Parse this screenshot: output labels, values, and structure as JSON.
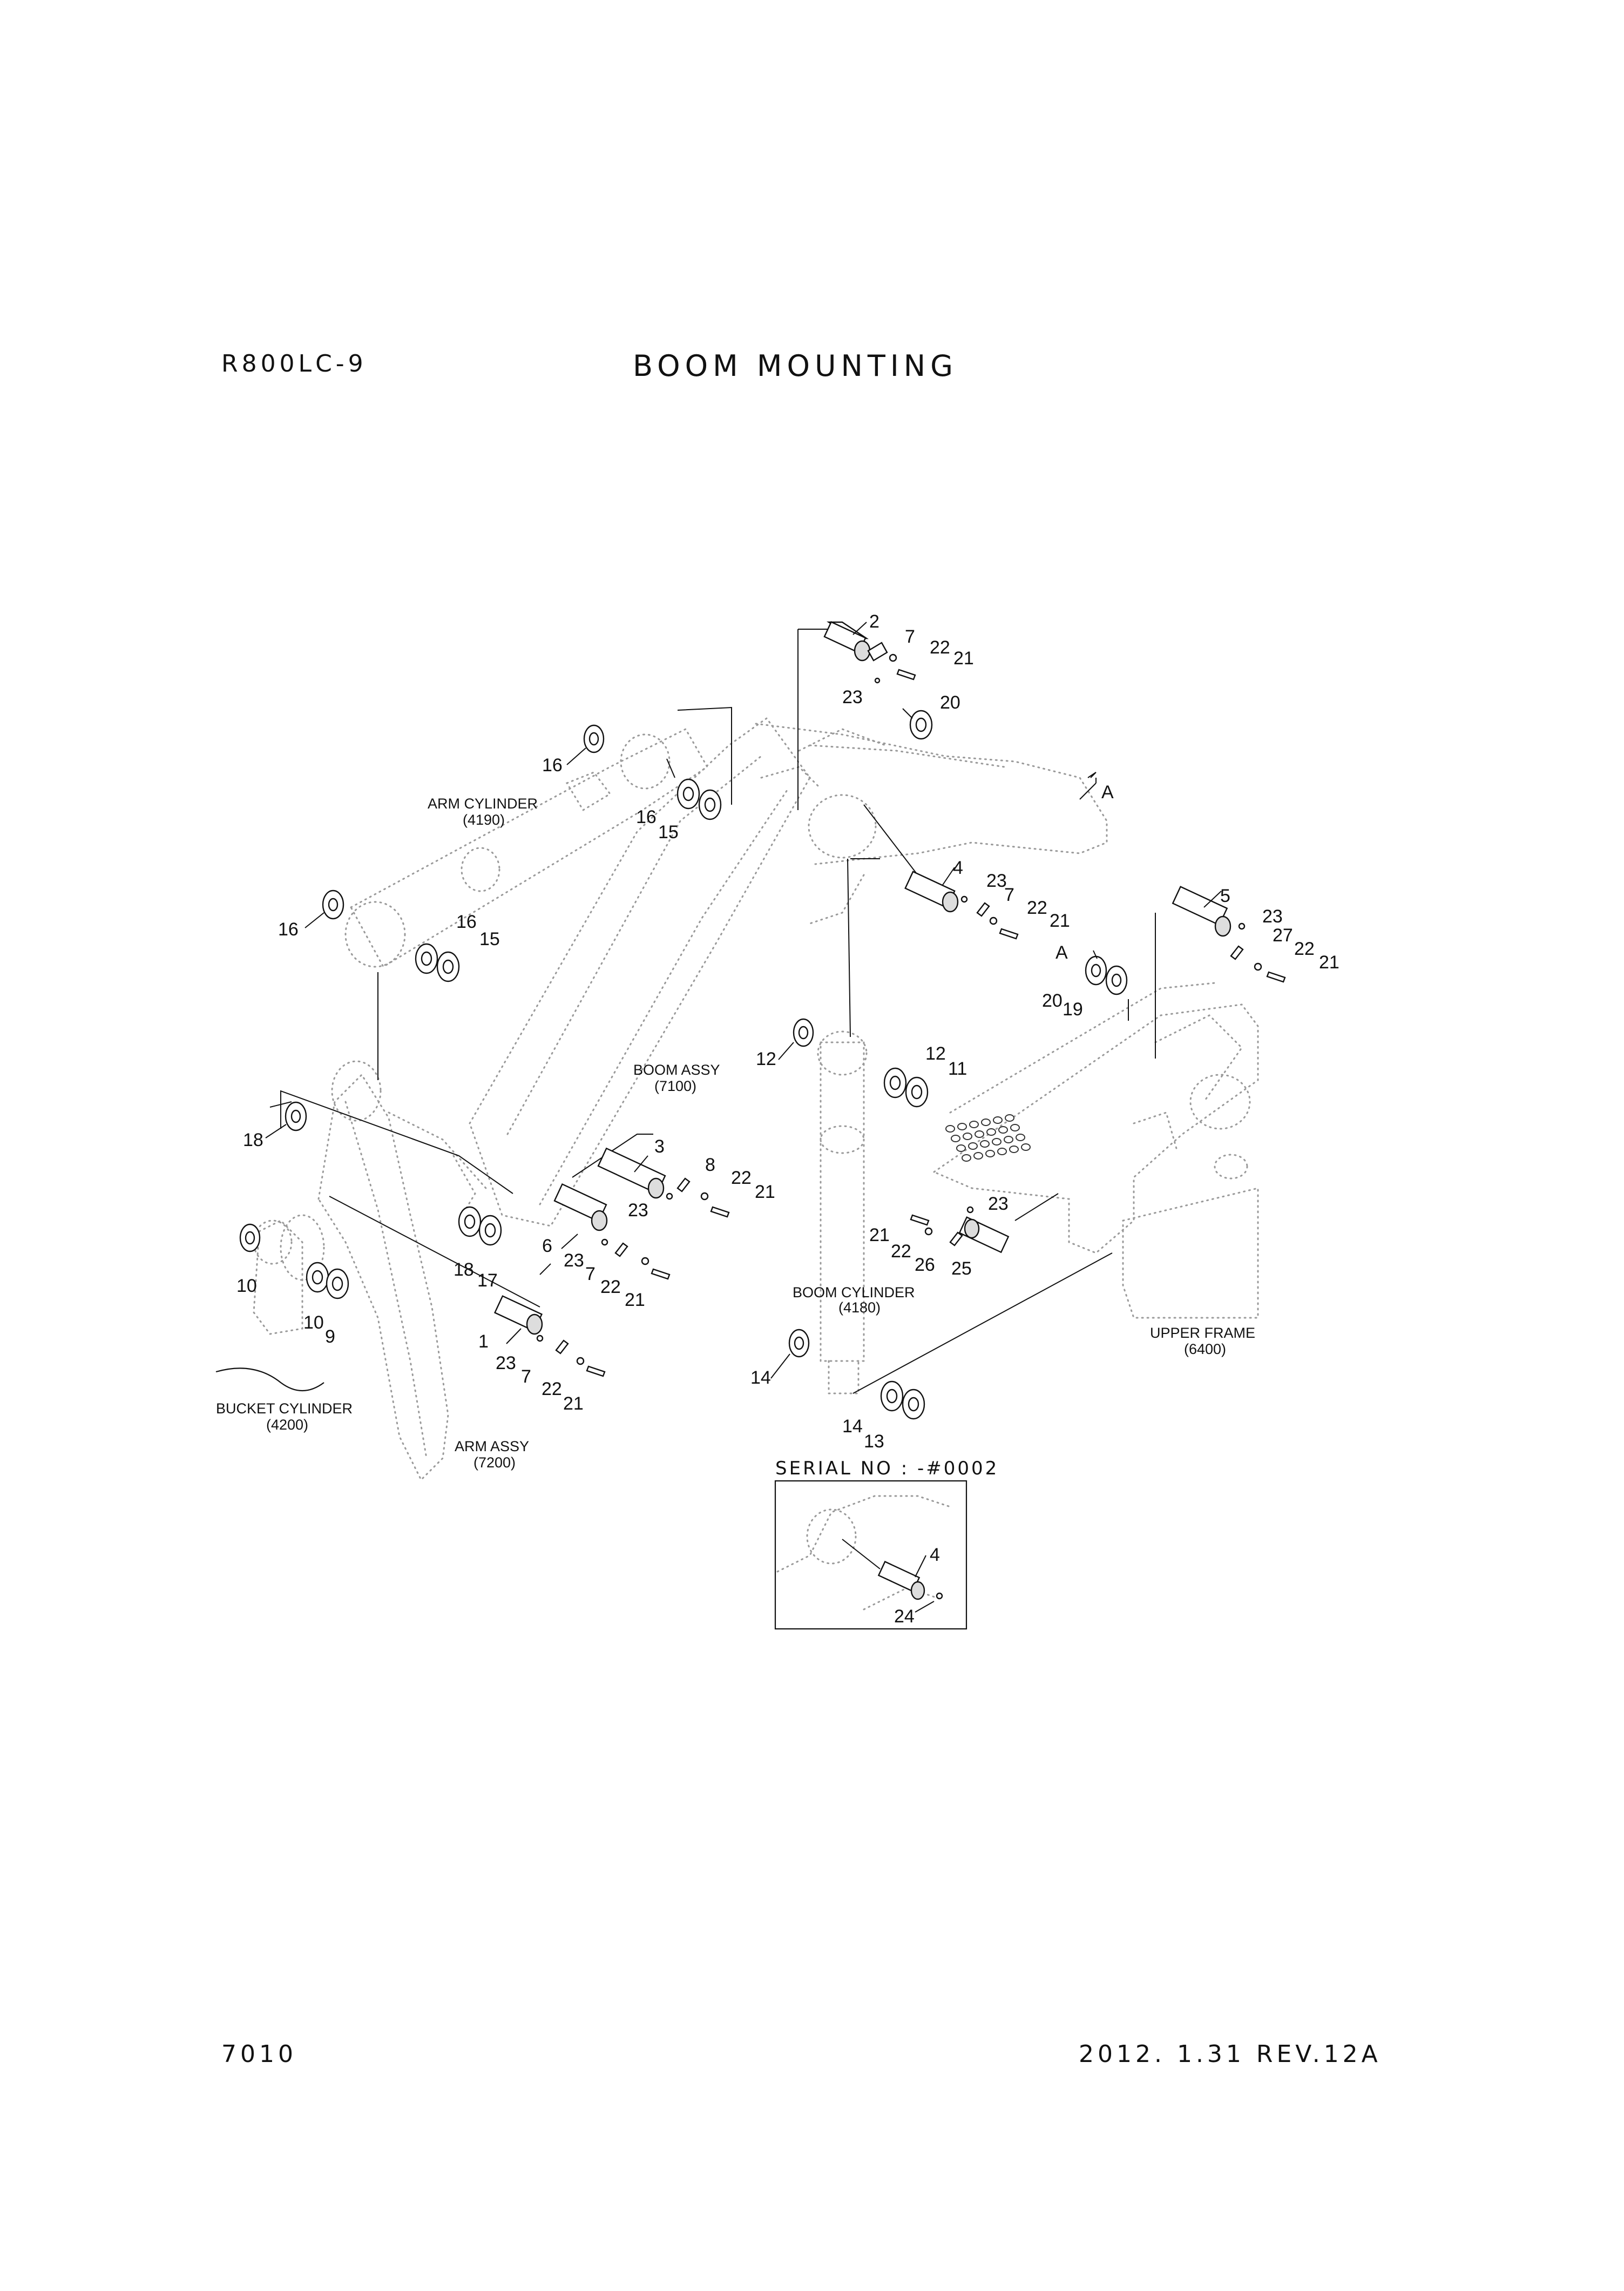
{
  "header": {
    "model": "R800LC-9",
    "title": "BOOM MOUNTING"
  },
  "footer": {
    "page_number": "7010",
    "revision": "2012. 1.31  REV.12A"
  },
  "assemblies": {
    "arm_cylinder": {
      "name": "ARM CYLINDER",
      "code": "(4190)"
    },
    "boom_assy": {
      "name": "BOOM ASSY",
      "code": "(7100)"
    },
    "boom_cylinder": {
      "name": "BOOM CYLINDER",
      "code": "(4180)"
    },
    "upper_frame": {
      "name": "UPPER FRAME",
      "code": "(6400)"
    },
    "bucket_cylinder": {
      "name": "BUCKET CYLINDER",
      "code": "(4200)"
    },
    "arm_assy": {
      "name": "ARM ASSY",
      "code": "(7200)"
    }
  },
  "serial_box": {
    "label": "SERIAL NO : -#0002"
  },
  "callouts": [
    "2",
    "7",
    "22",
    "21",
    "23",
    "20",
    "16",
    "16",
    "15",
    "A",
    "4",
    "23",
    "7",
    "22",
    "21",
    "16",
    "16",
    "15",
    "5",
    "23",
    "27",
    "22",
    "21",
    "A",
    "20",
    "19",
    "12",
    "12",
    "11",
    "3",
    "8",
    "22",
    "21",
    "23",
    "18",
    "18",
    "17",
    "6",
    "23",
    "7",
    "22",
    "21",
    "10",
    "10",
    "9",
    "1",
    "23",
    "7",
    "22",
    "21",
    "23",
    "21",
    "22",
    "26",
    "25",
    "14",
    "14",
    "13",
    "4",
    "24"
  ]
}
